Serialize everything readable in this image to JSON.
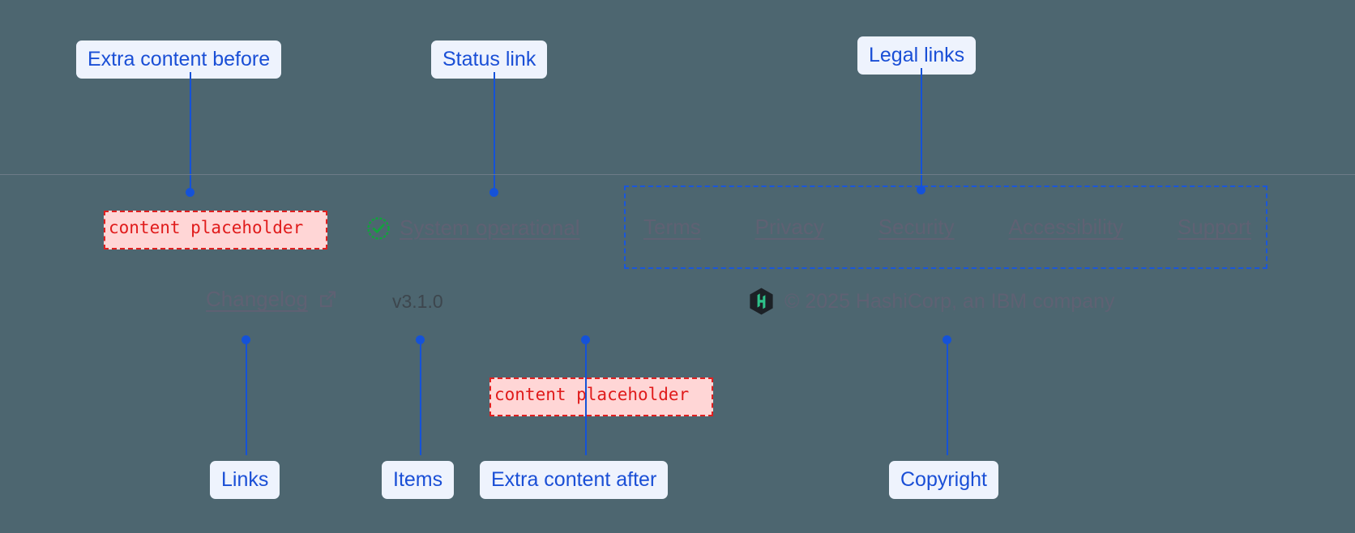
{
  "page": {
    "background_color": "#4d6670",
    "divider_color": "#6d7b88",
    "annotation_accent": "#1552d8",
    "annotation_bg": "#eef3fd",
    "placeholder_color": "#e01b1b",
    "placeholder_bg": "#ffd6d6",
    "link_color": "#5f6173",
    "status_ok_color": "#12a33d"
  },
  "footer": {
    "extra_content_before": {
      "text": "content placeholder",
      "icon": "content-placeholder-box"
    },
    "extra_content_after": {
      "text": "content placeholder",
      "icon": "content-placeholder-box"
    },
    "status": {
      "icon": "check-circle-icon",
      "label": "System operational"
    },
    "legal_links": [
      {
        "label": "Terms"
      },
      {
        "label": "Privacy"
      },
      {
        "label": "Security"
      },
      {
        "label": "Accessibility"
      },
      {
        "label": "Support"
      }
    ],
    "changelog": {
      "label": "Changelog",
      "icon": "external-link-icon"
    },
    "version": "v3.1.0",
    "copyright": {
      "logo": "hashicorp-logo",
      "text": "© 2025 HashiCorp, an IBM company"
    }
  },
  "annotations": {
    "extra_before": "Extra content before",
    "status_link": "Status link",
    "legal_links": "Legal links",
    "links": "Links",
    "items": "Items",
    "extra_after": "Extra content after",
    "copyright": "Copyright"
  }
}
